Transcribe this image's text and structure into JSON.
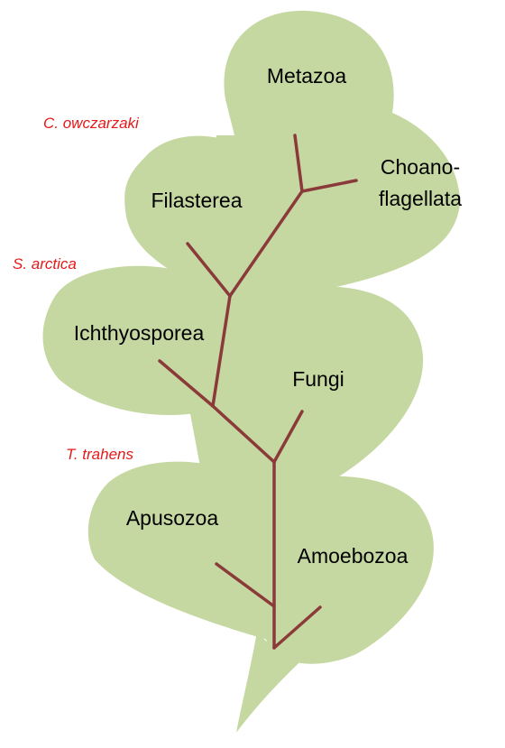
{
  "colors": {
    "leaf": "#c6d8a1",
    "branch": "#8b3a3a",
    "species": "#e41a1a",
    "label": "#000000"
  },
  "clades": {
    "metazoa": "Metazoa",
    "choano_line1": "Choano-",
    "choano_line2": "flagellata",
    "filasterea": "Filasterea",
    "ichthyosporea": "Ichthyosporea",
    "fungi": "Fungi",
    "apusozoa": "Apusozoa",
    "amoebozoa": "Amoebozoa"
  },
  "species": {
    "c_owczarzaki": "C. owczarzaki",
    "s_arctica": "S. arctica",
    "t_trahens": "T. trahens"
  }
}
